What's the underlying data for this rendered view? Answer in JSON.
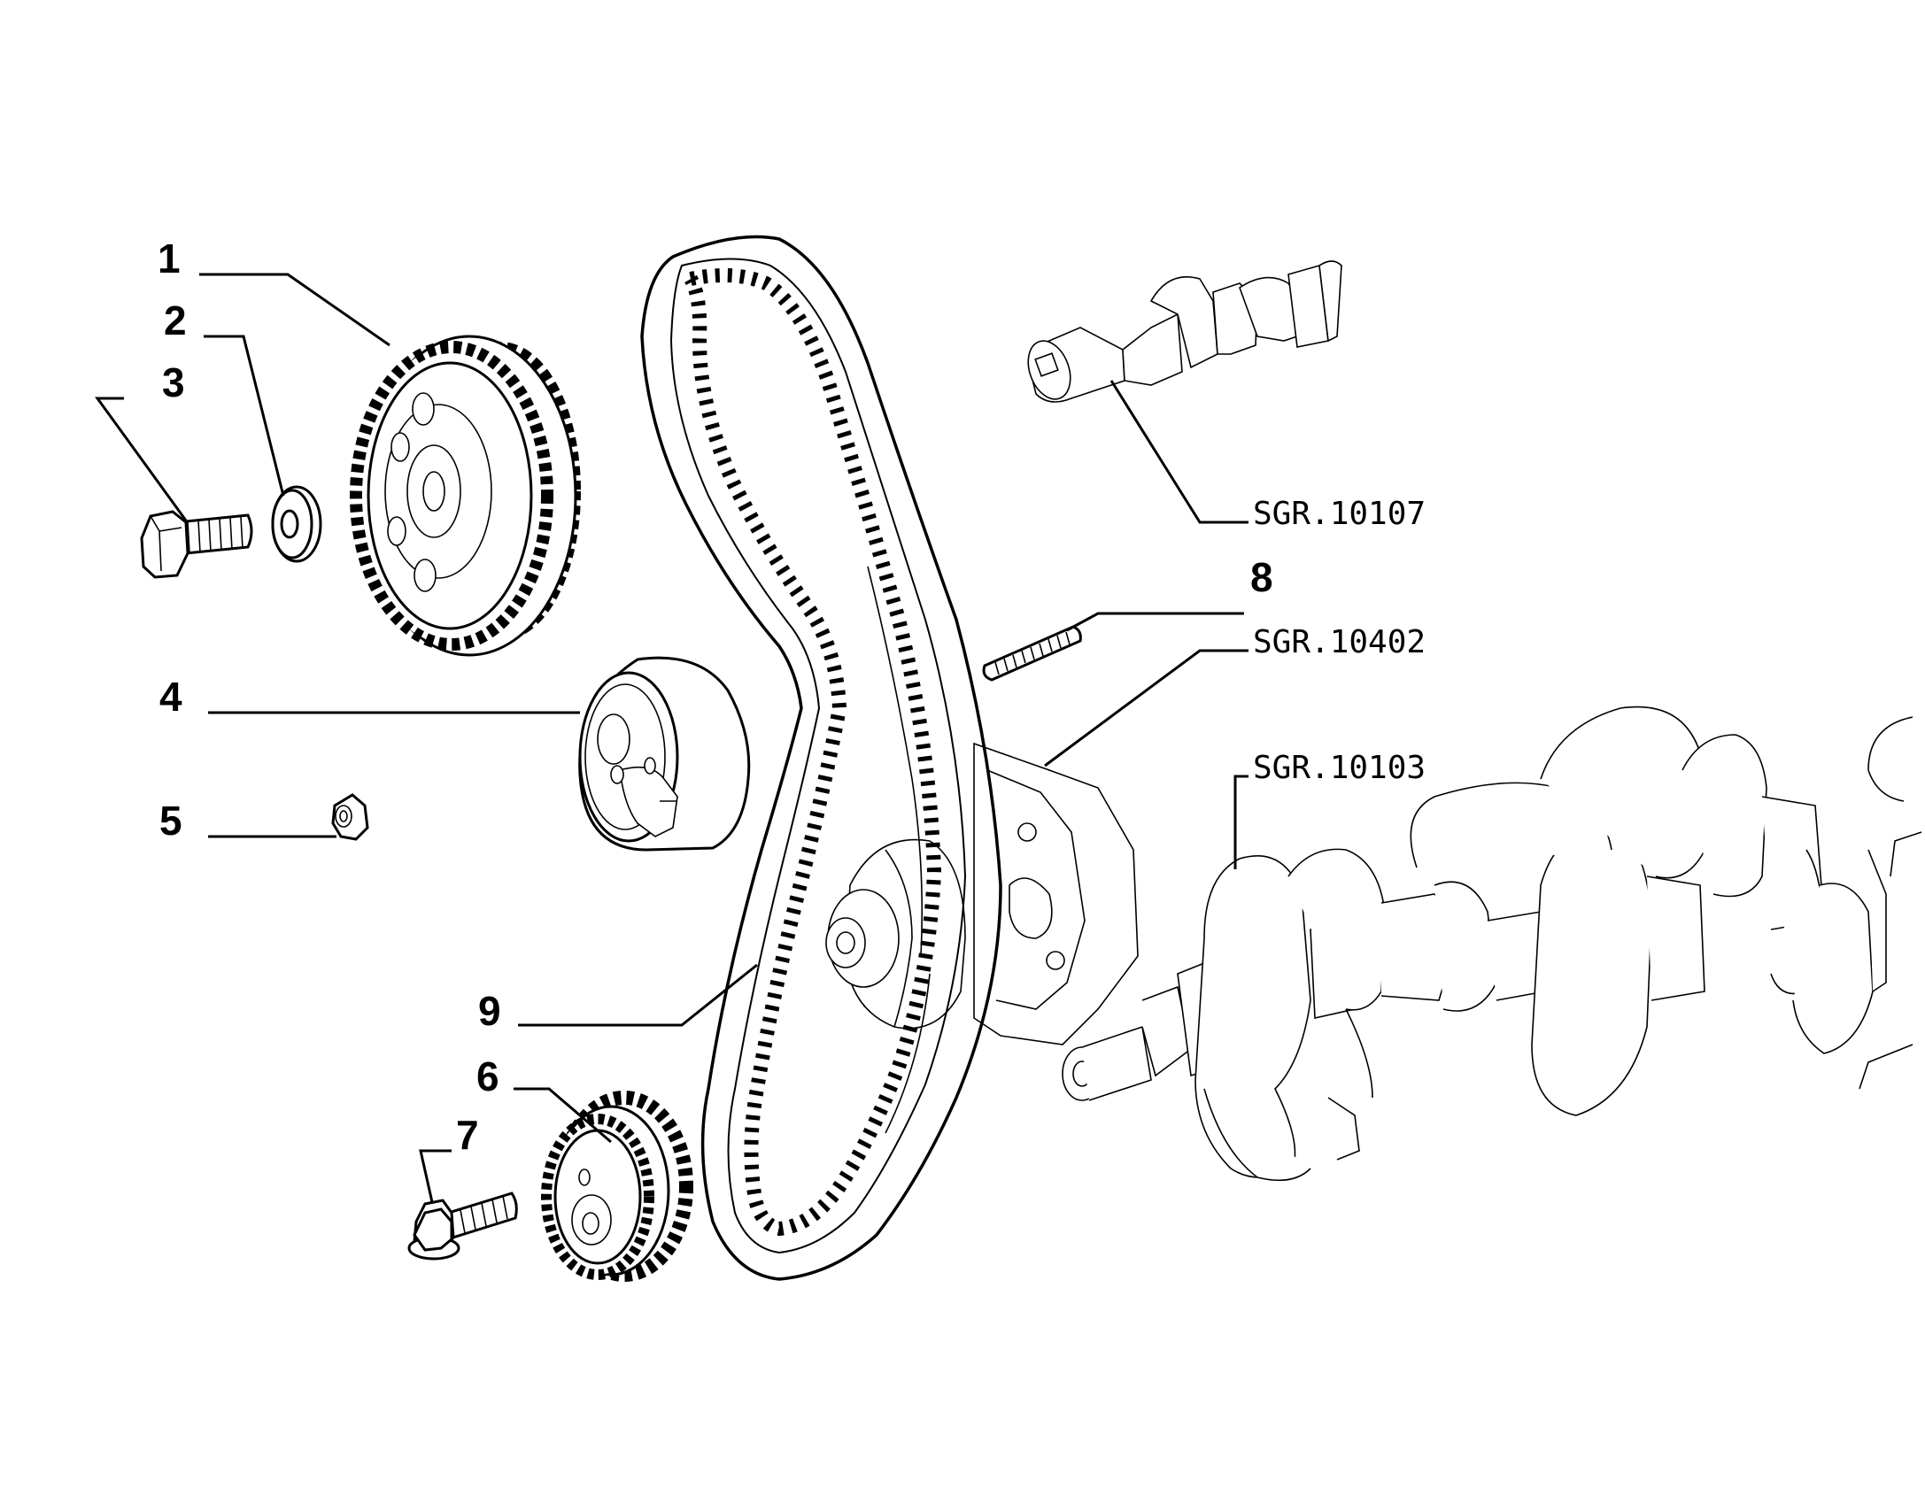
{
  "callouts": [
    {
      "id": "1",
      "label": "1"
    },
    {
      "id": "2",
      "label": "2"
    },
    {
      "id": "3",
      "label": "3"
    },
    {
      "id": "4",
      "label": "4"
    },
    {
      "id": "5",
      "label": "5"
    },
    {
      "id": "6",
      "label": "6"
    },
    {
      "id": "7",
      "label": "7"
    },
    {
      "id": "8",
      "label": "8"
    },
    {
      "id": "9",
      "label": "9"
    }
  ],
  "references": [
    {
      "id": "camshaft",
      "label": "SGR.10107"
    },
    {
      "id": "cover",
      "label": "SGR.10402"
    },
    {
      "id": "crankshaft",
      "label": "SGR.10103"
    }
  ]
}
